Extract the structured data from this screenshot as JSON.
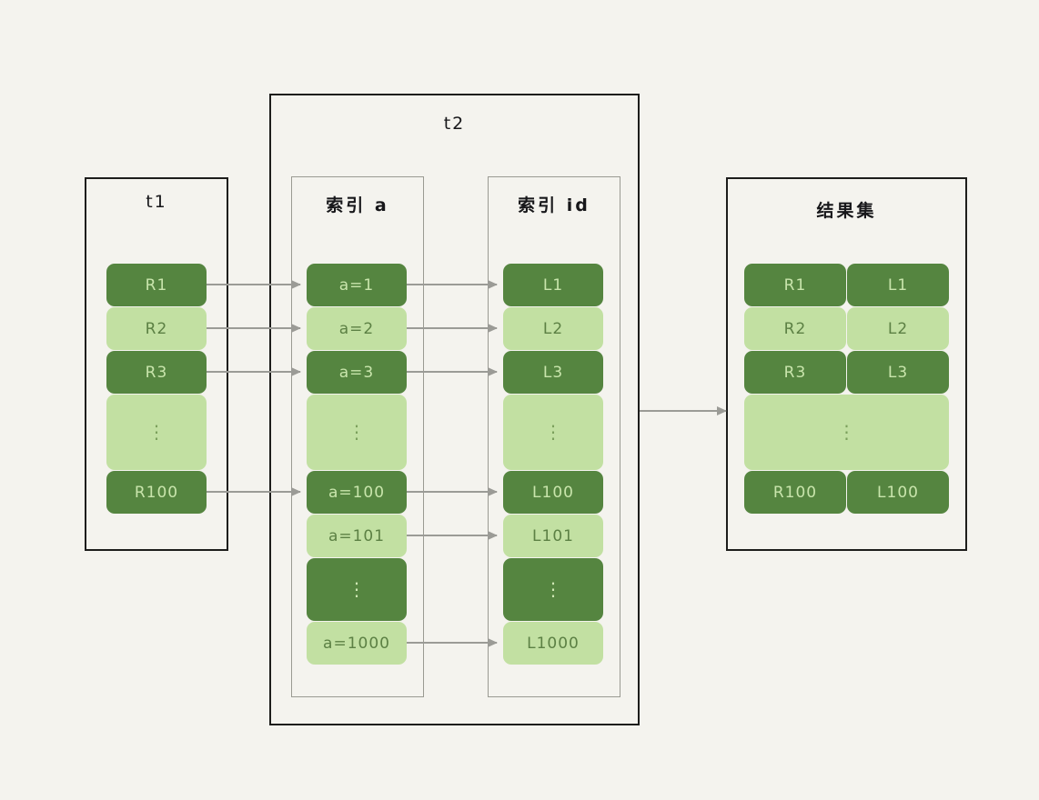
{
  "diagram": {
    "background_color": "#f4f3ee",
    "dark_green": "#558540",
    "light_green": "#c2e0a2",
    "arrow_color": "#9b9b96",
    "border_color": "#1d1d1b"
  },
  "t1": {
    "title": "t1",
    "rows": [
      {
        "label": "R1",
        "shade": "dark"
      },
      {
        "label": "R2",
        "shade": "light"
      },
      {
        "label": "R3",
        "shade": "dark"
      },
      {
        "label": "⋮",
        "shade": "light"
      },
      {
        "label": "R100",
        "shade": "dark"
      }
    ]
  },
  "t2": {
    "title": "t2",
    "index_a": {
      "title": "索引 a",
      "rows": [
        {
          "label": "a=1",
          "shade": "dark"
        },
        {
          "label": "a=2",
          "shade": "light"
        },
        {
          "label": "a=3",
          "shade": "dark"
        },
        {
          "label": "⋮",
          "shade": "light"
        },
        {
          "label": "a=100",
          "shade": "dark"
        },
        {
          "label": "a=101",
          "shade": "light"
        },
        {
          "label": "⋮",
          "shade": "dark"
        },
        {
          "label": "a=1000",
          "shade": "light"
        }
      ]
    },
    "index_id": {
      "title": "索引 id",
      "rows": [
        {
          "label": "L1",
          "shade": "dark"
        },
        {
          "label": "L2",
          "shade": "light"
        },
        {
          "label": "L3",
          "shade": "dark"
        },
        {
          "label": "⋮",
          "shade": "light"
        },
        {
          "label": "L100",
          "shade": "dark"
        },
        {
          "label": "L101",
          "shade": "light"
        },
        {
          "label": "⋮",
          "shade": "dark"
        },
        {
          "label": "L1000",
          "shade": "light"
        }
      ]
    }
  },
  "result_set": {
    "title": "结果集",
    "rows": [
      {
        "left": "R1",
        "right": "L1",
        "shade": "dark",
        "merged": false
      },
      {
        "left": "R2",
        "right": "L2",
        "shade": "light",
        "merged": false
      },
      {
        "left": "R3",
        "right": "L3",
        "shade": "dark",
        "merged": false
      },
      {
        "left": "⋮",
        "right": "",
        "shade": "light",
        "merged": true
      },
      {
        "left": "R100",
        "right": "L100",
        "shade": "dark",
        "merged": false
      }
    ]
  },
  "arrows": {
    "t1_to_index_a": [
      {
        "from_row": 0,
        "to_row": 0
      },
      {
        "from_row": 1,
        "to_row": 1
      },
      {
        "from_row": 2,
        "to_row": 2
      },
      {
        "from_row": 4,
        "to_row": 4
      }
    ],
    "index_a_to_index_id": [
      {
        "from_row": 0,
        "to_row": 0
      },
      {
        "from_row": 1,
        "to_row": 1
      },
      {
        "from_row": 2,
        "to_row": 2
      },
      {
        "from_row": 4,
        "to_row": 4
      },
      {
        "from_row": 5,
        "to_row": 5
      },
      {
        "from_row": 7,
        "to_row": 7
      }
    ],
    "t2_to_result_set": {
      "count": 1
    }
  }
}
